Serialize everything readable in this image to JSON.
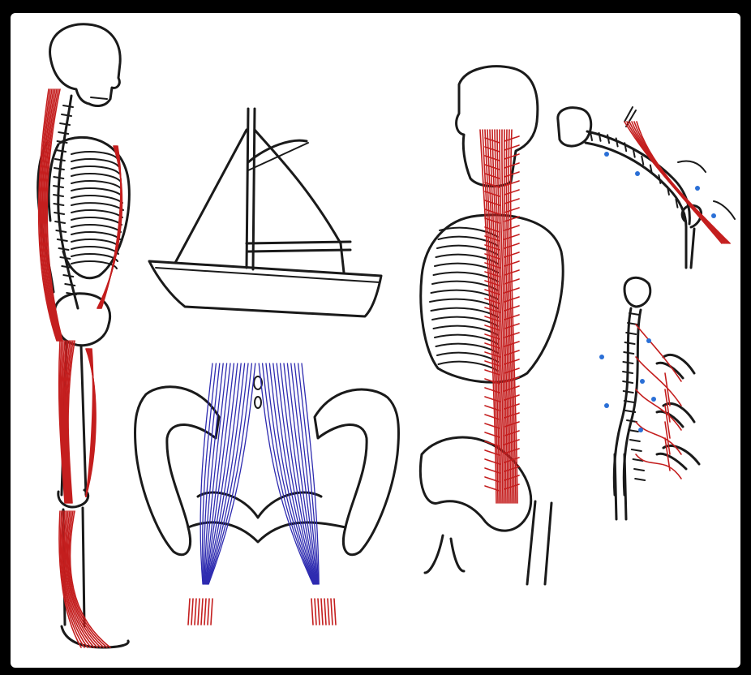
{
  "illustration": {
    "panels": [
      {
        "id": "side-skeleton",
        "icon": "skeleton-side-icon"
      },
      {
        "id": "sailboat",
        "icon": "sailboat-icon"
      },
      {
        "id": "pelvis-ligaments",
        "icon": "pelvis-icon"
      },
      {
        "id": "back-muscles",
        "icon": "back-muscles-icon"
      },
      {
        "id": "spine-arm-chain",
        "icon": "spine-chain-icon"
      },
      {
        "id": "spine-arms-chain",
        "icon": "spine-chain-icon"
      }
    ],
    "colors": {
      "background": "#000000",
      "canvas": "#ffffff",
      "ink": "#1a1a1a",
      "muscle": "#c41e1e",
      "ligament": "#2e2bb0",
      "arrow": "#2a6fd6"
    }
  }
}
